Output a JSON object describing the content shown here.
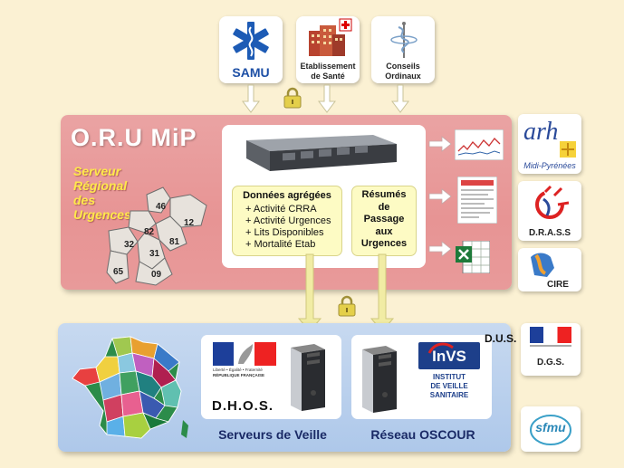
{
  "sources": [
    {
      "label": "SAMU"
    },
    {
      "label_line1": "Etablissement",
      "label_line2": "de Santé"
    },
    {
      "label_line1": "Conseils",
      "label_line2": "Ordinaux"
    }
  ],
  "orumip_title": "O.R.U MiP",
  "regional_server": [
    "Serveur",
    "Régional",
    "des",
    "Urgences"
  ],
  "departments": [
    "46",
    "12",
    "82",
    "81",
    "32",
    "31",
    "65",
    "09"
  ],
  "aggregated_data": {
    "title": "Données agrégées",
    "items": [
      "+ Activité CRRA",
      "+ Activité Urgences",
      "+ Lits Disponibles",
      "+ Mortalité Etab"
    ]
  },
  "passage_summary": {
    "lines": [
      "Résumés",
      "de",
      "Passage",
      "aux",
      "Urgences"
    ]
  },
  "right_orgs": {
    "arh": "arh",
    "arh_sub": "Midi-Pyrénées",
    "drass": "D.R.A.S.S",
    "cire": "CIRE",
    "dus": "D.U.S.",
    "dgs": "D.G.S.",
    "sfmu": "sfmu"
  },
  "dhos": {
    "name": "D.H.O.S.",
    "rf_text": "RÉPUBLIQUE FRANÇAISE",
    "motto": "Liberté • Égalité • Fraternité"
  },
  "invs": {
    "logo": "InVS",
    "line1": "INSTITUT",
    "line2": "DE VEILLE",
    "line3": "SANITAIRE"
  },
  "bottom_labels": {
    "veille": "Serveurs de Veille",
    "oscour": "Réseau OSCOUR"
  },
  "colors": {
    "pink": "#e79494",
    "blue": "#aec8ea",
    "yellow_box": "#fdfbc4",
    "title_yellow": "#ffe94a",
    "arrow": "#f1eca4"
  }
}
